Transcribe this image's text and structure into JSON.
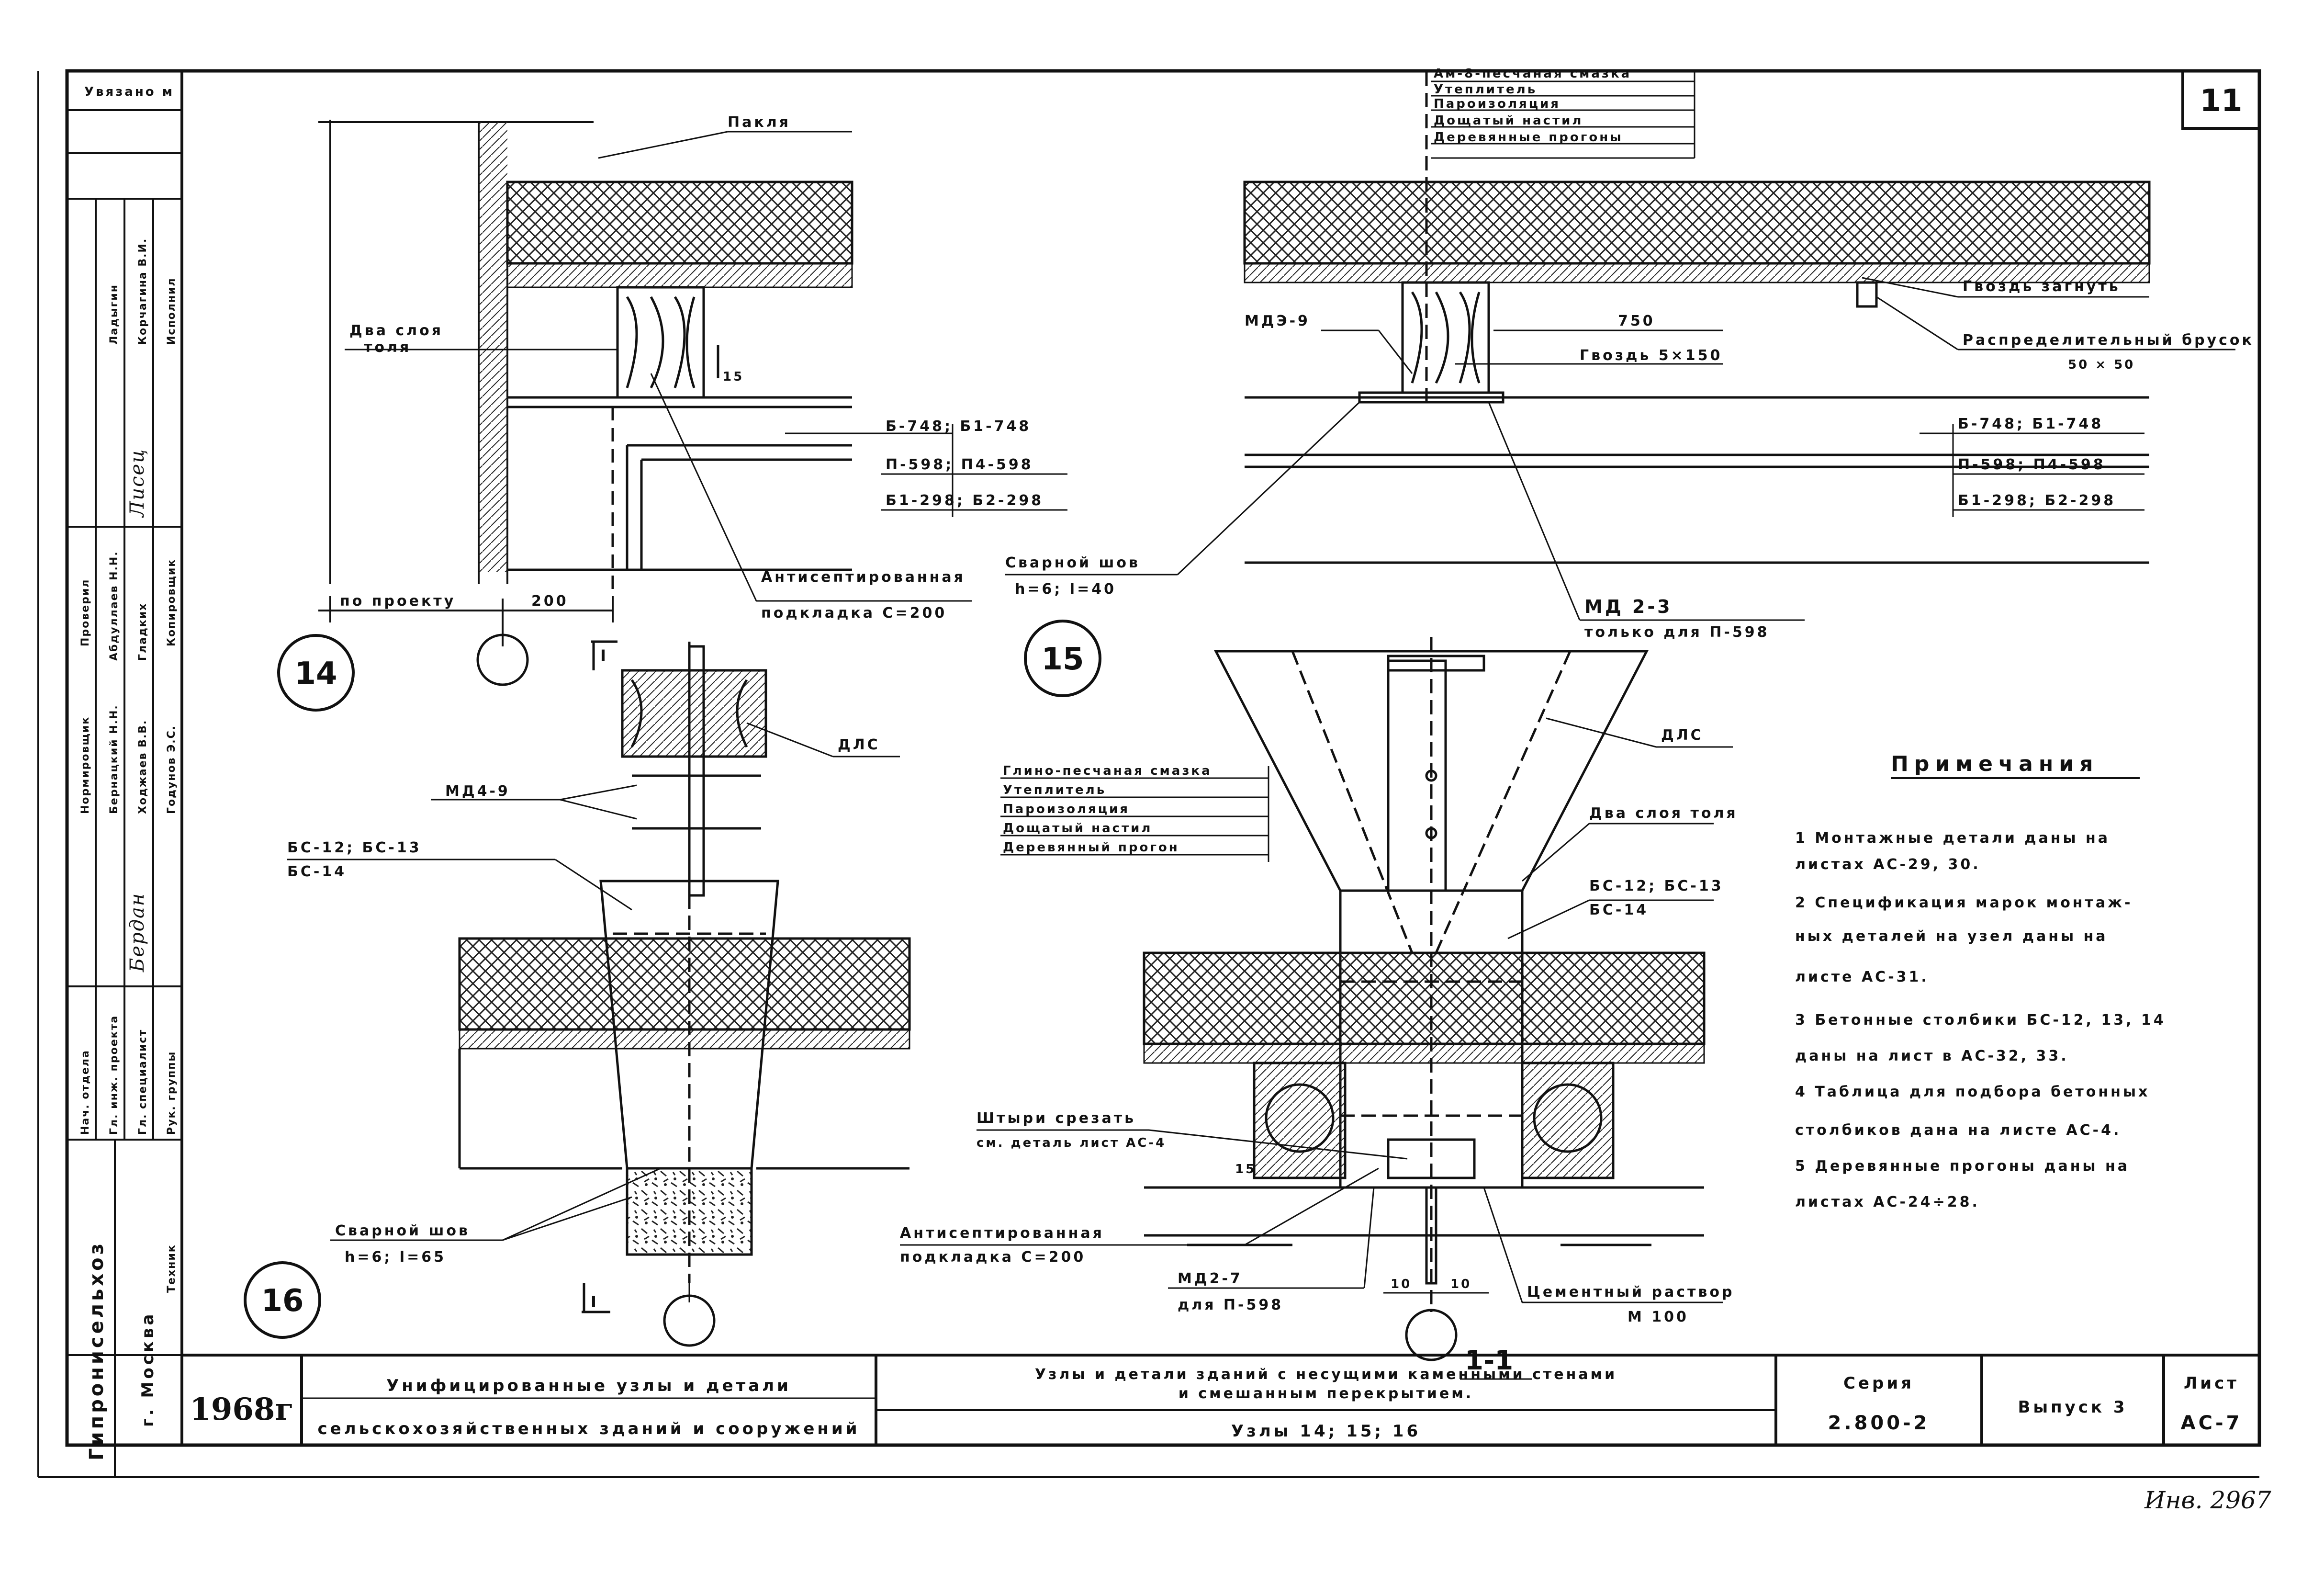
{
  "sheet_number": "11",
  "node_labels": {
    "n14": "14",
    "n15": "15",
    "n16": "16"
  },
  "detail14": {
    "label_top": "Пакля",
    "label_tie_1": "Два слоя",
    "label_tie_2": "толя",
    "dim_small": "15",
    "beams": [
      "Б-748; Б1-748",
      "П-598; П4-598",
      "Б1-298; Б2-298"
    ],
    "pad_1": "Антисептированная",
    "pad_2": "подкладка С=200",
    "dim_left": "по проекту",
    "dim_right": "200"
  },
  "detail15": {
    "layers": [
      "Ам-8-песчаная смазка",
      "Утеплитель",
      "Пароизоляция",
      "Дощатый настил",
      "Деревянные прогоны"
    ],
    "nail_bend": "Гвоздь загнуть",
    "bar_1": "Распределительный брусок",
    "bar_2": "50 × 50",
    "mark_md": "МДЭ-9",
    "dim_750": "750",
    "nail": "Гвоздь 5×150",
    "beams": [
      "Б-748; Б1-748",
      "П-598; П4-598",
      "Б1-298; Б2-298"
    ],
    "weld_1": "Сварной шов",
    "weld_2": "h=6; l=40",
    "md_mark": "МД 2-3",
    "md_note": "только для П-598"
  },
  "detail16": {
    "section_mark": "I",
    "dis": "ДЛС",
    "md": "МД4-9",
    "bc_1": "БС-12; БС-13",
    "bc_2": "БС-14",
    "weld_1": "Сварной шов",
    "weld_2": "h=6; l=65"
  },
  "section11": {
    "dis": "ДЛС",
    "layers": [
      "Глино-песчаная смазка",
      "Утеплитель",
      "Пароизоляция",
      "Дощатый настил",
      "Деревянный прогон"
    ],
    "tar_paper": "Два слоя толя",
    "bc_1": "БС-12; БС-13",
    "bc_2": "БС-14",
    "pins_1": "Штыри срезать",
    "pins_2": "см. деталь лист АС-4",
    "pad_1": "Антисептированная",
    "pad_2": "подкладка С=200",
    "md_1": "МД2-7",
    "md_2": "для П-598",
    "mortar_1": "Цементный раствор",
    "mortar_2": "М 100",
    "dim_a": "10",
    "dim_b": "10",
    "dim_c": "15",
    "title": "1-1"
  },
  "notes": {
    "heading": "Примечания",
    "items": [
      [
        "1  Монтажные детали даны на",
        "    листах АС-29, 30."
      ],
      [
        "2  Спецификация марок монтаж-",
        "    ных деталей на узел даны на",
        "    листе АС-31."
      ],
      [
        "3  Бетонные столбики БС-12, 13, 14",
        "    даны на лист в АС-32, 33."
      ],
      [
        "4  Таблица для подбора бетонных",
        "    столбиков дана на листе АС-4."
      ],
      [
        "5  Деревянные прогоны даны на",
        "    листах АС-24÷28."
      ]
    ]
  },
  "side_stamp": {
    "top": "Увязано м",
    "org": "Гипронисельхоз",
    "city": "г. Москва",
    "roles": [
      "Нач. отдела",
      "Гл. инж. проекта",
      "Гл. специалист",
      "Рук. группы",
      "Техник"
    ],
    "roles2": [
      "Нормировщик",
      "Проверил",
      "Копировщик",
      "Исполнил"
    ],
    "names_a": [
      "Бернацкий Н.Н.",
      "Ходжаев В.В.",
      "Годунов Э.С.",
      "Абдуллаев Н.Н."
    ],
    "names_b": [
      "Гладких",
      "Ладыгин",
      "Корчагина В.И."
    ],
    "sig_1": "Лисец",
    "sig_2": "Бердан"
  },
  "title_block": {
    "year": "1968г",
    "title_1": "Унифицированные узлы и детали",
    "title_2": "сельскохозяйственных зданий и сооружений",
    "desc_1": "Узлы и детали зданий с несущими каменными стенами",
    "desc_2": "и смешанным перекрытием.",
    "desc_3": "Узлы 14; 15; 16",
    "series_label": "Серия",
    "series_value": "2.800-2",
    "issue": "Выпуск 3",
    "sheet_label": "Лист",
    "sheet_value": "АС-7"
  },
  "inv": "Инв. 2967"
}
